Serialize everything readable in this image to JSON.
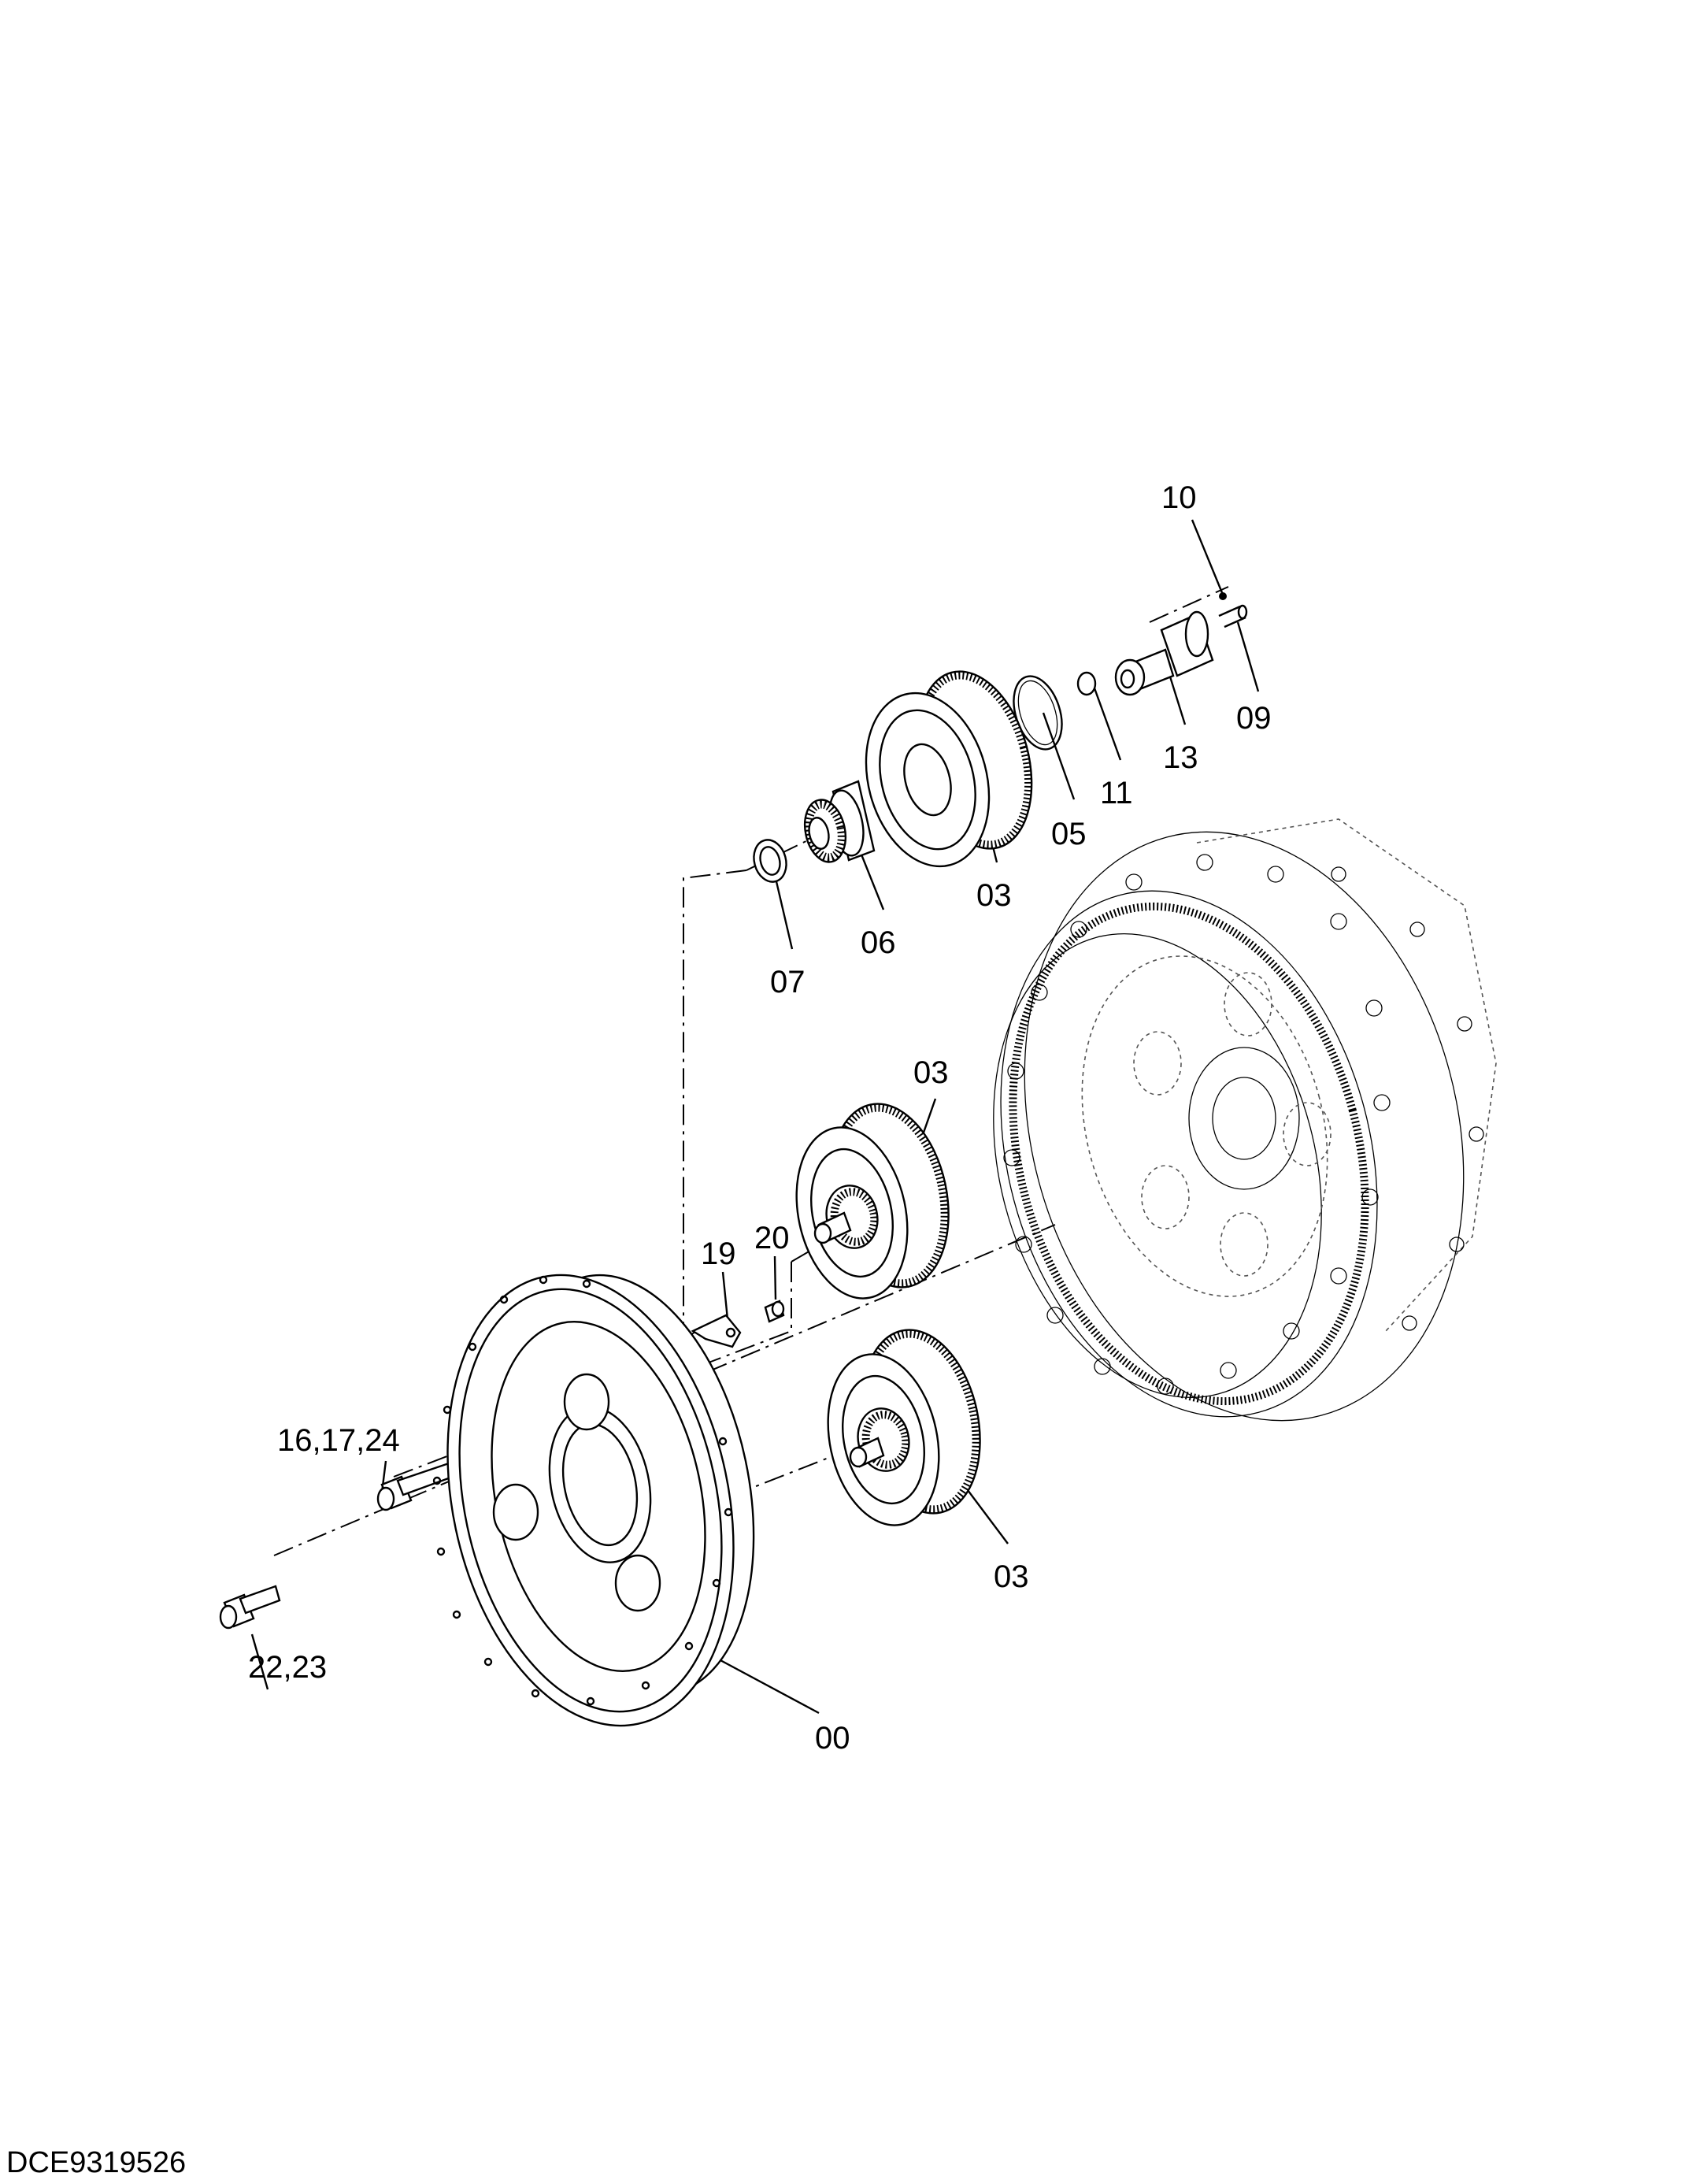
{
  "document_id": "DCE9319526",
  "callouts": {
    "c10": "10",
    "c09": "09",
    "c13": "13",
    "c11": "11",
    "c05": "05",
    "c03_top": "03",
    "c06": "06",
    "c07": "07",
    "c03_mid": "03",
    "c19": "19",
    "c20": "20",
    "c16_17_24": "16,17,24",
    "c03_low": "03",
    "c22_23": "22,23",
    "c00": "00"
  },
  "colors": {
    "ink": "#000000",
    "background": "#ffffff"
  }
}
